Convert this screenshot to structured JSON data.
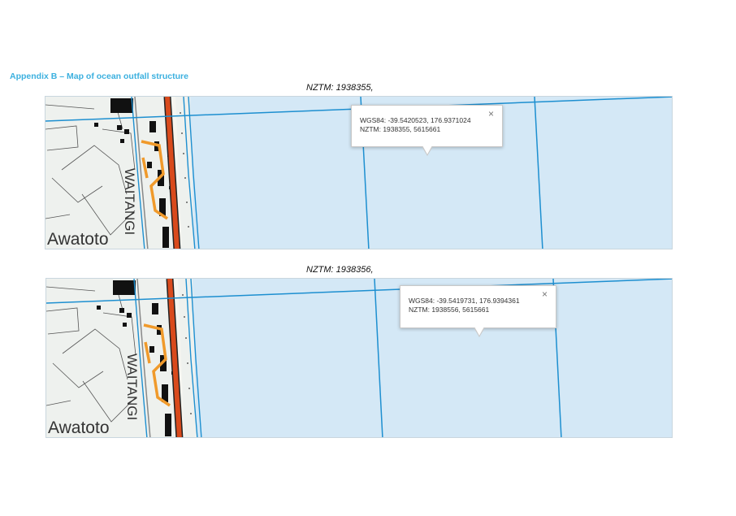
{
  "appendix_title": "Appendix B – Map of ocean outfall structure",
  "maps": [
    {
      "caption": "NZTM: 1938355,",
      "popup": {
        "wgs84": "WGS84: -39.5420523, 176.9371024",
        "nztm": "NZTM: 1938355, 5615661",
        "close": "×"
      },
      "place_label": "Awatoto",
      "road_label": "WAITANGI"
    },
    {
      "caption": "NZTM: 1938356,",
      "popup": {
        "wgs84": "WGS84: -39.5419731, 176.9394361",
        "nztm": "NZTM: 1938556, 5615661",
        "close": "×"
      },
      "place_label": "Awatoto",
      "road_label": "WAITANGI"
    }
  ],
  "colors": {
    "sea": "#d4e8f6",
    "land": "#eef1ee",
    "grid_line": "#1d8fd0",
    "road_primary": "#d94a1c",
    "road_secondary": "#f09a2b",
    "building": "#111111"
  }
}
